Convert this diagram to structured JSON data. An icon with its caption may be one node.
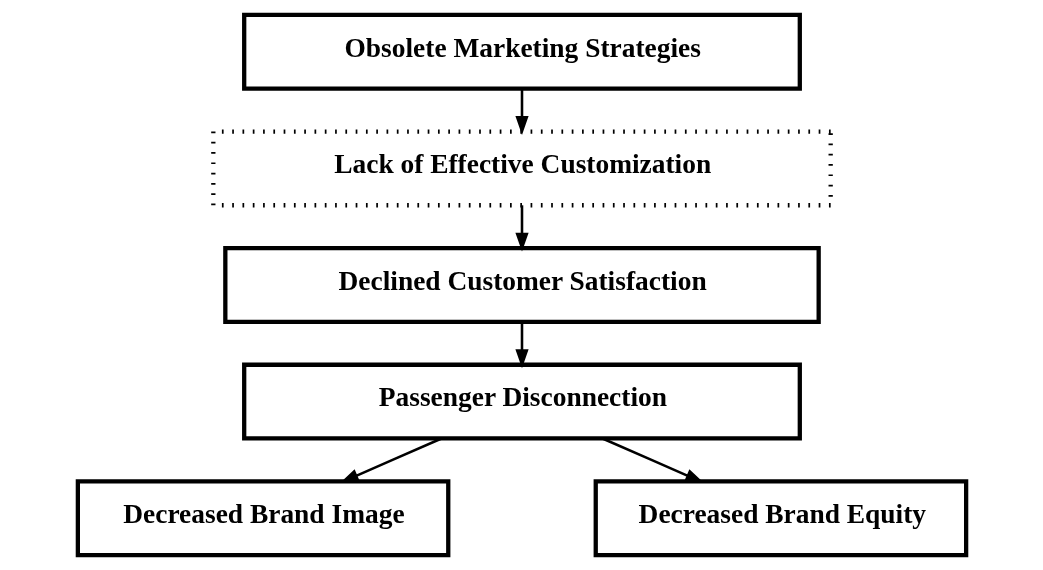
{
  "diagram": {
    "nodes": [
      {
        "text": [
          "Obsolete Marketing Strategies"
        ]
      },
      {
        "text": [
          "Lack of Effective Customization"
        ]
      },
      {
        "text": [
          "Declined Customer Satisfaction"
        ]
      },
      {
        "text": [
          "Passenger Disconnection"
        ]
      },
      {
        "text": [
          "Decreased Brand Image"
        ]
      },
      {
        "text": [
          "Decreased Brand Equity"
        ]
      }
    ],
    "edges": [
      {
        "from": 0,
        "to": 1,
        "arrow": "to"
      },
      {
        "from": 1,
        "to": 2,
        "arrow": "to"
      },
      {
        "from": 2,
        "to": 3,
        "arrow": "to"
      },
      {
        "from": 3,
        "to": 4,
        "arrow": "to"
      },
      {
        "from": 3,
        "to": 5,
        "arrow": "to"
      }
    ]
  }
}
